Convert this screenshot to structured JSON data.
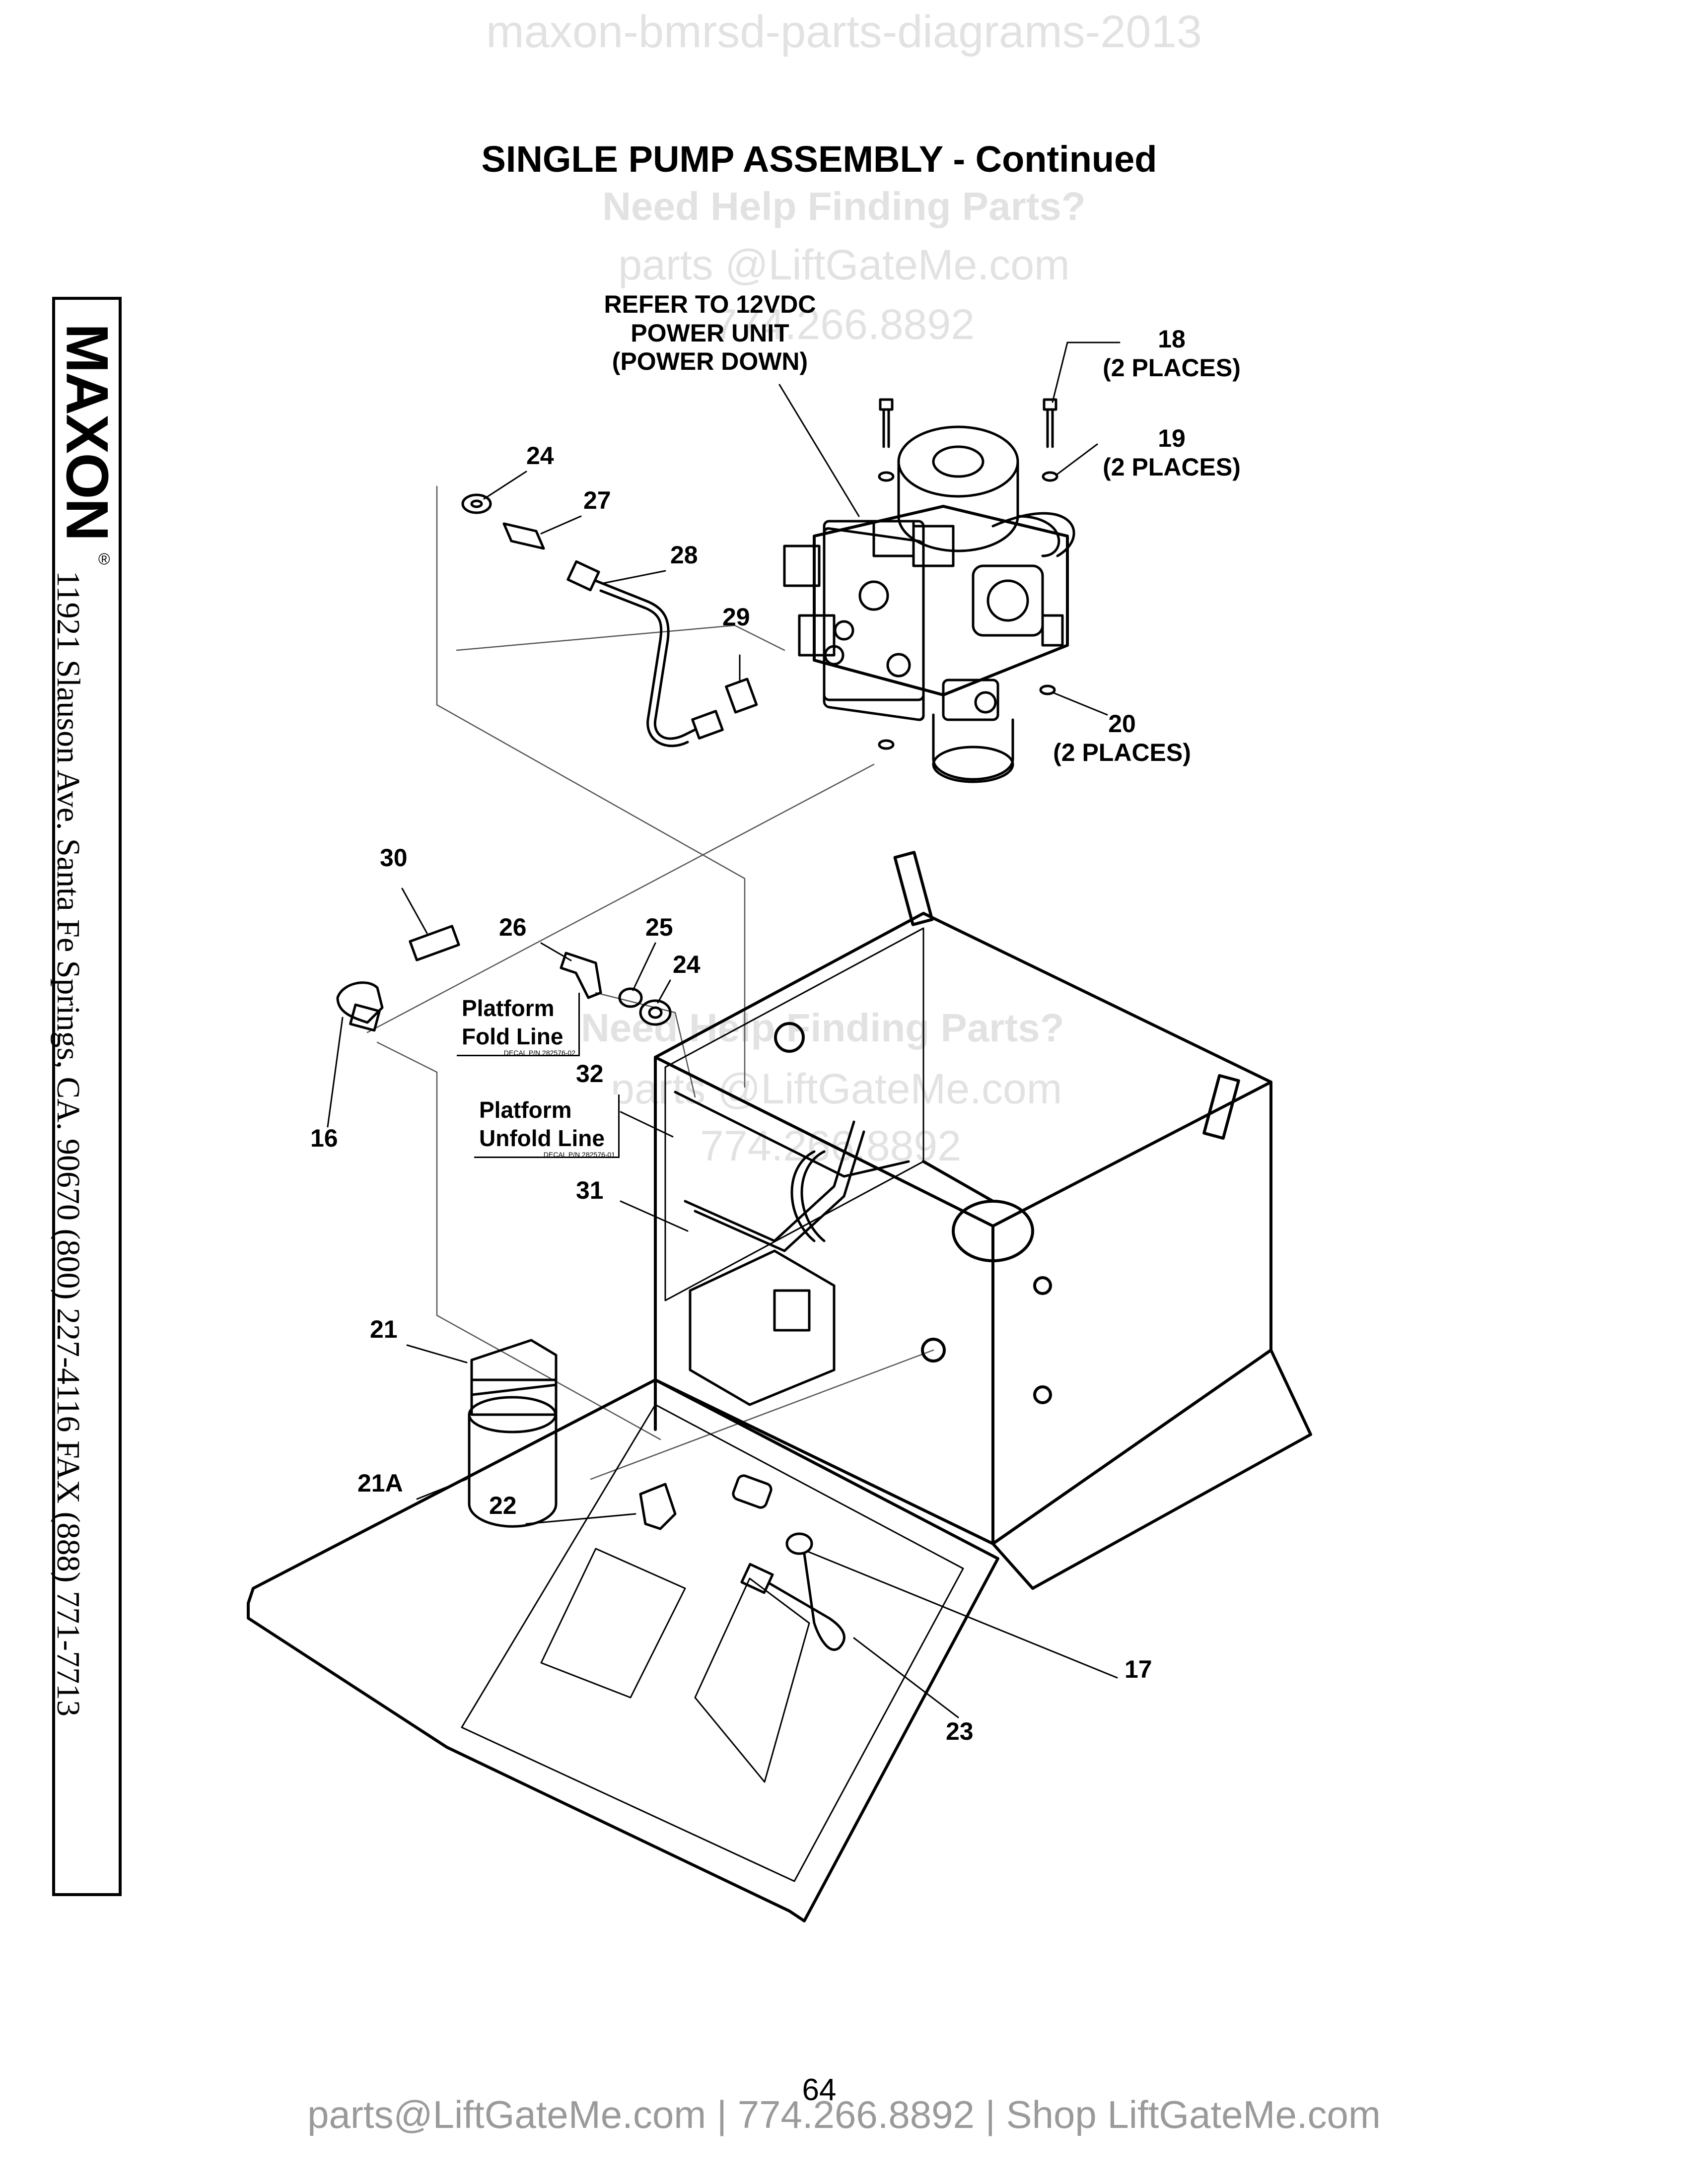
{
  "watermarks": {
    "top": "maxon-bmrsd-parts-diagrams-2013",
    "help": "Need Help Finding Parts?",
    "email": "parts @LiftGateMe.com",
    "phone": "774.266.8892",
    "help_2": "Need Help Finding Parts?",
    "email_2": "parts @LiftGateMe.com",
    "phone_2": "774.266.8892"
  },
  "title": "SINGLE PUMP ASSEMBLY - Continued",
  "sidebar": {
    "brand": "MAXON",
    "registered": "®",
    "address": "11921 Slauson Ave.  Santa Fe Springs, CA.  90670  (800) 227-4116  FAX (888) 771-7713"
  },
  "callouts": {
    "refer_note": [
      "REFER TO 12VDC",
      "POWER UNIT",
      "(POWER DOWN)"
    ],
    "c18": "18",
    "c18_note": "(2 PLACES)",
    "c19": "19",
    "c19_note": "(2 PLACES)",
    "c20": "20",
    "c20_note": "(2 PLACES)",
    "c24a": "24",
    "c27": "27",
    "c28": "28",
    "c29": "29",
    "c30": "30",
    "c26": "26",
    "c25": "25",
    "c24b": "24",
    "c16": "16",
    "c32": "32",
    "c31": "31",
    "c21": "21",
    "c21a": "21A",
    "c22": "22",
    "c17": "17",
    "c23": "23"
  },
  "decals": {
    "fold": {
      "title": [
        "Platform",
        "Fold Line"
      ],
      "pn": "DECAL P/N 282576-02"
    },
    "unfold": {
      "title": [
        "Platform",
        "Unfold Line"
      ],
      "pn": "DECAL P/N 282576-01"
    }
  },
  "page_number": "64",
  "footer": "parts@LiftGateMe.com | 774.266.8892 | Shop LiftGateMe.com"
}
